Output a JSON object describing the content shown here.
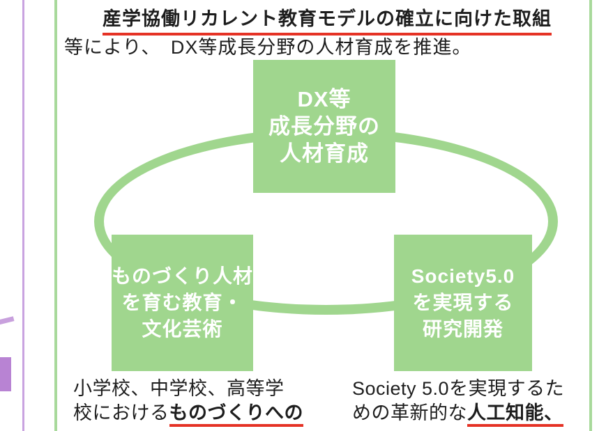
{
  "header": {
    "title_emphasis": "産学協働リカレント教育モデルの確立に向けた取組",
    "title_rest": "等により、　DX等成長分野の人材育成を推進。"
  },
  "diagram": {
    "nodes": [
      {
        "id": "dx-growth",
        "lines": [
          "DX等",
          "成長分野の",
          "人材育成"
        ]
      },
      {
        "id": "monozukuri",
        "lines": [
          "ものづくり人材",
          "を育む教育・",
          "文化芸術"
        ]
      },
      {
        "id": "society50",
        "lines": [
          "Society5.0",
          "を実現する",
          "研究開発"
        ]
      }
    ]
  },
  "notes": {
    "left": {
      "line1": "小学校、中学校、高等学",
      "line2_prefix": "校における",
      "line2_emphasis": "ものづくりへの"
    },
    "right": {
      "line1": "Society 5.0を実現するた",
      "line2_prefix": "めの革新的な",
      "line2_emphasis": "人工知能、"
    }
  },
  "colors": {
    "node_green": "#a0d68e",
    "border_green": "#a8d99b",
    "border_purple": "#c9a3e0",
    "block_purple": "#b883d3",
    "underline_red": "#e53225",
    "text": "#1d1d1d",
    "node_text": "#ffffff"
  }
}
